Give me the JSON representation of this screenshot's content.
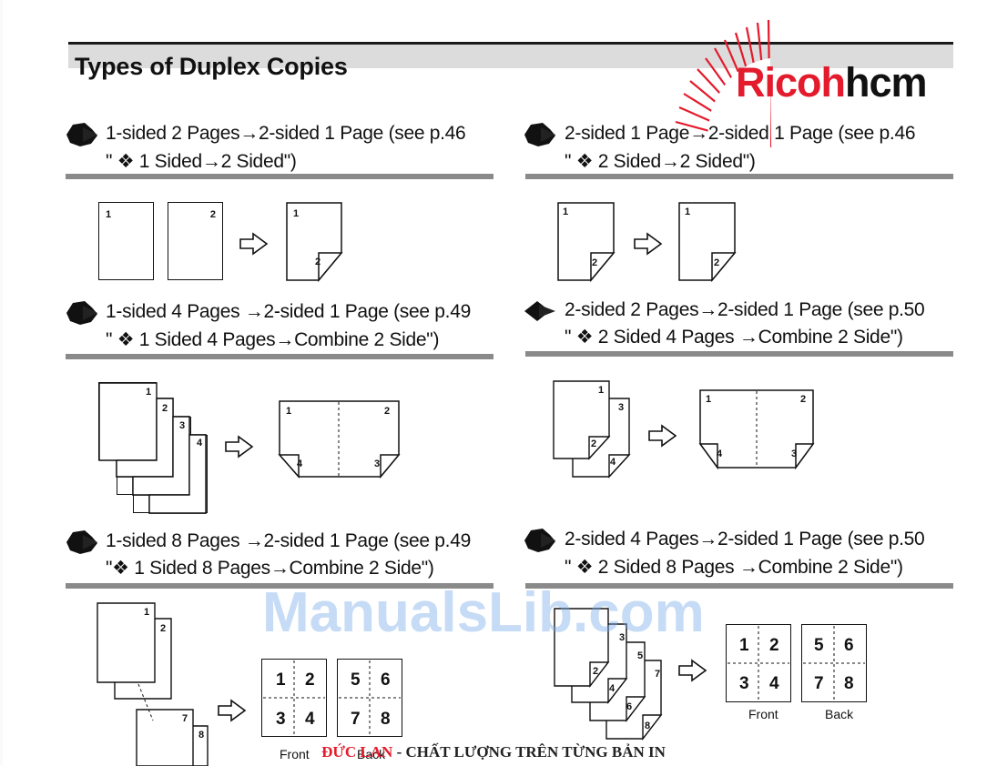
{
  "header": {
    "title": "Types of Duplex Copies"
  },
  "logo": {
    "brand_red": "Ricoh",
    "brand_black": "hcm",
    "red_color": "#e31b2c"
  },
  "sections": [
    {
      "line1": "1-sided 2 Pages→2-sided 1 Page (see p.46",
      "line2": "\" ❖ 1 Sided→2 Sided\")"
    },
    {
      "line1": "2-sided 1 Page→2-sided 1 Page (see p.46",
      "line2": "\" ❖ 2 Sided→2 Sided\")"
    },
    {
      "line1": "1-sided 4 Pages →2-sided 1 Page (see p.49",
      "line2": "\" ❖ 1 Sided 4 Pages→Combine 2 Side\")"
    },
    {
      "line1": "2-sided 2 Pages→2-sided 1 Page (see p.50",
      "line2": "\" ❖ 2 Sided 4 Pages →Combine 2 Side\")"
    },
    {
      "line1": "1-sided 8 Pages →2-sided 1 Page (see p.49",
      "line2": "\"❖ 1 Sided 8 Pages→Combine 2 Side\")"
    },
    {
      "line1": "2-sided 4 Pages→2-sided 1 Page (see p.50",
      "line2": "\" ❖ 2 Sided 8 Pages →Combine 2 Side\")"
    }
  ],
  "page_numbers": {
    "d1": [
      "1",
      "2",
      "1",
      "2"
    ],
    "d2": [
      "1",
      "2",
      "1",
      "2"
    ],
    "d3": [
      "1",
      "2",
      "3",
      "4",
      "1",
      "2",
      "4",
      "3"
    ],
    "d4": [
      "1",
      "3",
      "2",
      "4",
      "1",
      "2",
      "4",
      "3"
    ],
    "d5": [
      "1",
      "2",
      "7",
      "8"
    ],
    "d6": [
      "3",
      "5",
      "7",
      "2",
      "4",
      "6",
      "8"
    ]
  },
  "grids": {
    "left_front": [
      "1",
      "2",
      "3",
      "4"
    ],
    "left_back": [
      "5",
      "6",
      "7",
      "8"
    ],
    "right_front": [
      "1",
      "2",
      "3",
      "4"
    ],
    "right_back": [
      "5",
      "6",
      "7",
      "8"
    ]
  },
  "captions": {
    "front": "Front",
    "back": "Back"
  },
  "watermark": "ManualsLib.com",
  "footer": {
    "red": "ĐỨC LAN",
    "rest": " - CHẤT LƯỢNG TRÊN TỪNG BẢN IN"
  }
}
